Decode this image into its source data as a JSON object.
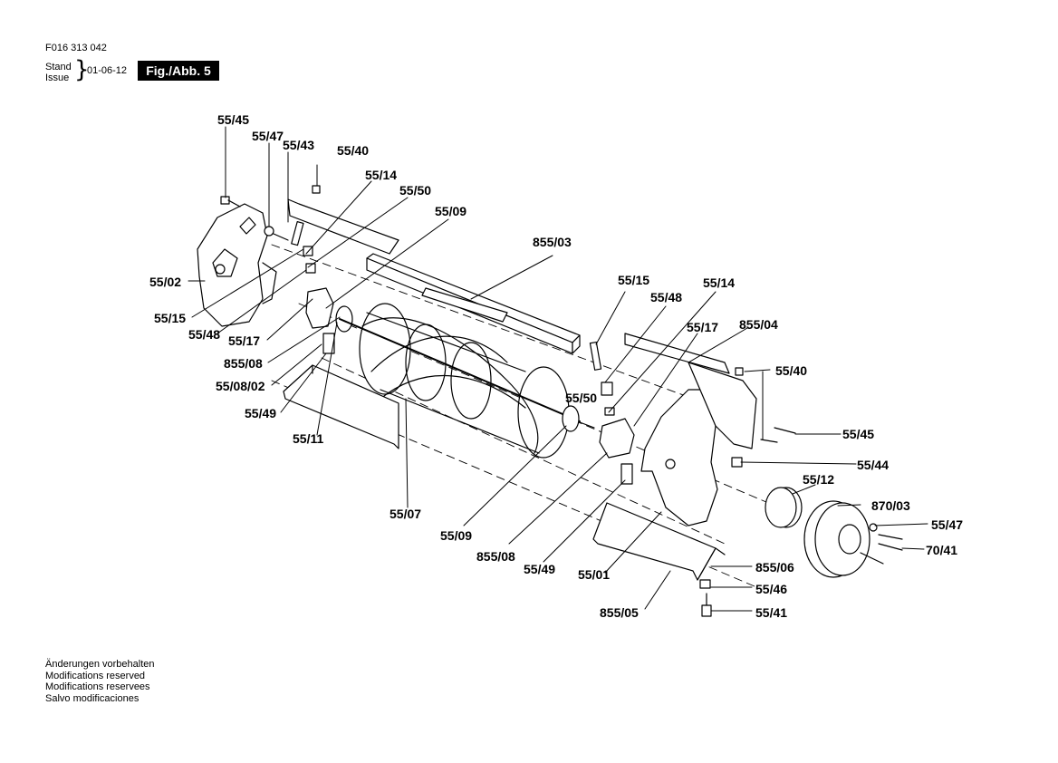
{
  "header": {
    "doc_number": "F016 313 042",
    "stand_label": "Stand",
    "issue_label": "Issue",
    "date": "01-06-12",
    "figure_label": "Fig./Abb. 5"
  },
  "callouts": [
    "55/45",
    "55/47",
    "55/43",
    "55/40",
    "55/14",
    "55/50",
    "55/09",
    "855/03",
    "55/02",
    "55/15",
    "55/48",
    "55/17",
    "855/08",
    "55/08/02",
    "55/49",
    "55/11",
    "55/07",
    "55/09",
    "855/08",
    "55/49",
    "55/01",
    "855/05",
    "55/15",
    "55/48",
    "55/14",
    "55/17",
    "855/04",
    "55/40",
    "55/50",
    "55/45",
    "55/44",
    "55/12",
    "870/03",
    "55/47",
    "70/41",
    "855/06",
    "55/46",
    "55/41"
  ],
  "notes": [
    "Änderungen vorbehalten",
    "Modifications reserved",
    "Modifications reservees",
    "Salvo modificaciones"
  ]
}
